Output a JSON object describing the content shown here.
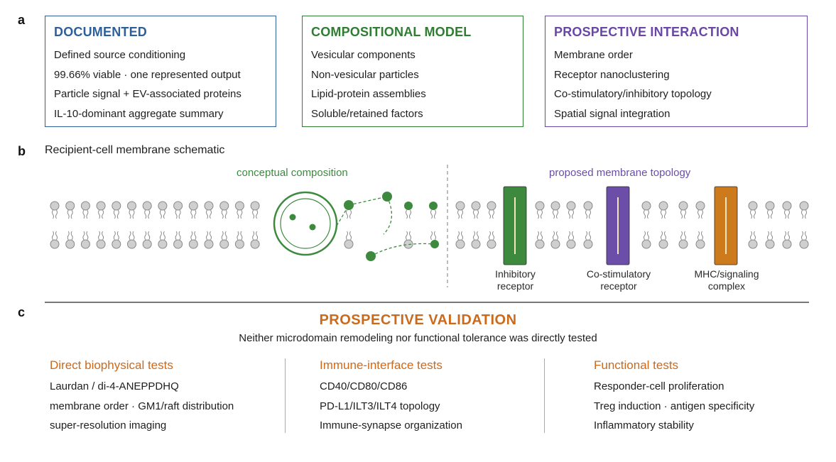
{
  "panels": {
    "a": "a",
    "b": "b",
    "c": "c"
  },
  "boxes": [
    {
      "title": "DOCUMENTED",
      "color": "#2f5f9a",
      "items": [
        "Defined source conditioning",
        "99.66% viable · one represented output",
        "Particle signal + EV-associated proteins",
        "IL-10-dominant aggregate summary"
      ]
    },
    {
      "title": "COMPOSITIONAL MODEL",
      "color": "#2e7d32",
      "items": [
        "Vesicular components",
        "Non-vesicular particles",
        "Lipid-protein assemblies",
        "Soluble/retained factors"
      ]
    },
    {
      "title": "PROSPECTIVE INTERACTION",
      "color": "#6a46a6",
      "items": [
        "Membrane order",
        "Receptor nanoclustering",
        "Co-stimulatory/inhibitory topology",
        "Spatial signal integration"
      ]
    }
  ],
  "schematic": {
    "title": "Recipient-cell membrane schematic",
    "left_label": "conceptual composition",
    "right_label": "proposed membrane topology",
    "receptors": [
      {
        "label_line1": "Inhibitory",
        "label_line2": "receptor",
        "color": "#3d8a3f"
      },
      {
        "label_line1": "Co-stimulatory",
        "label_line2": "receptor",
        "color": "#6a4ea8"
      },
      {
        "label_line1": "MHC/signaling",
        "label_line2": "complex",
        "color": "#cc7a1c"
      }
    ]
  },
  "validation": {
    "title": "PROSPECTIVE VALIDATION",
    "subtitle": "Neither microdomain remodeling nor functional tolerance was directly tested",
    "columns": [
      {
        "title": "Direct biophysical tests",
        "items": [
          "Laurdan / di-4-ANEPPDHQ",
          "membrane order · GM1/raft distribution",
          "super-resolution imaging"
        ]
      },
      {
        "title": "Immune-interface tests",
        "items": [
          "CD40/CD80/CD86",
          "PD-L1/ILT3/ILT4 topology",
          "Immune-synapse organization"
        ]
      },
      {
        "title": "Functional tests",
        "items": [
          "Responder-cell proliferation",
          "Treg induction · antigen specificity",
          "Inflammatory stability"
        ]
      }
    ]
  }
}
